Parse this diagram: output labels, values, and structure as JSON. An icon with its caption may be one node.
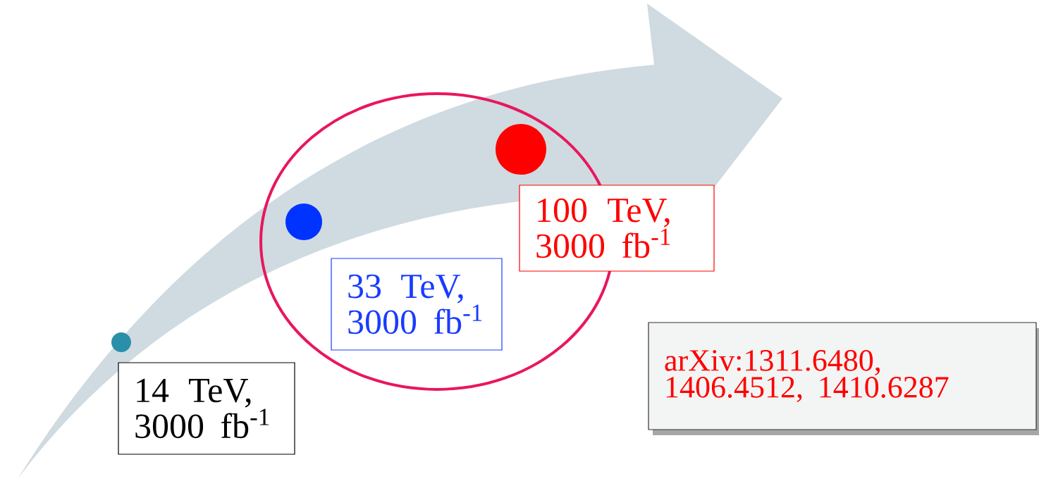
{
  "diagram": {
    "nodes": [
      {
        "text": [],
        "shape": "circle"
      },
      {
        "text": [
          "14 TeV, 3000 fb$^{-1}$"
        ]
      },
      {
        "text": [],
        "shape": "circle"
      },
      {
        "text": [
          "33 TeV, 3000 fb$^{-1}$"
        ]
      },
      {
        "text": [],
        "shape": "circle"
      },
      {
        "text": [
          "100 TeV, 3000 fb$^{-1}$"
        ]
      },
      {
        "text": [
          "arXiv:1311.6480, 1406.4512, 1410.6287"
        ]
      }
    ]
  }
}
